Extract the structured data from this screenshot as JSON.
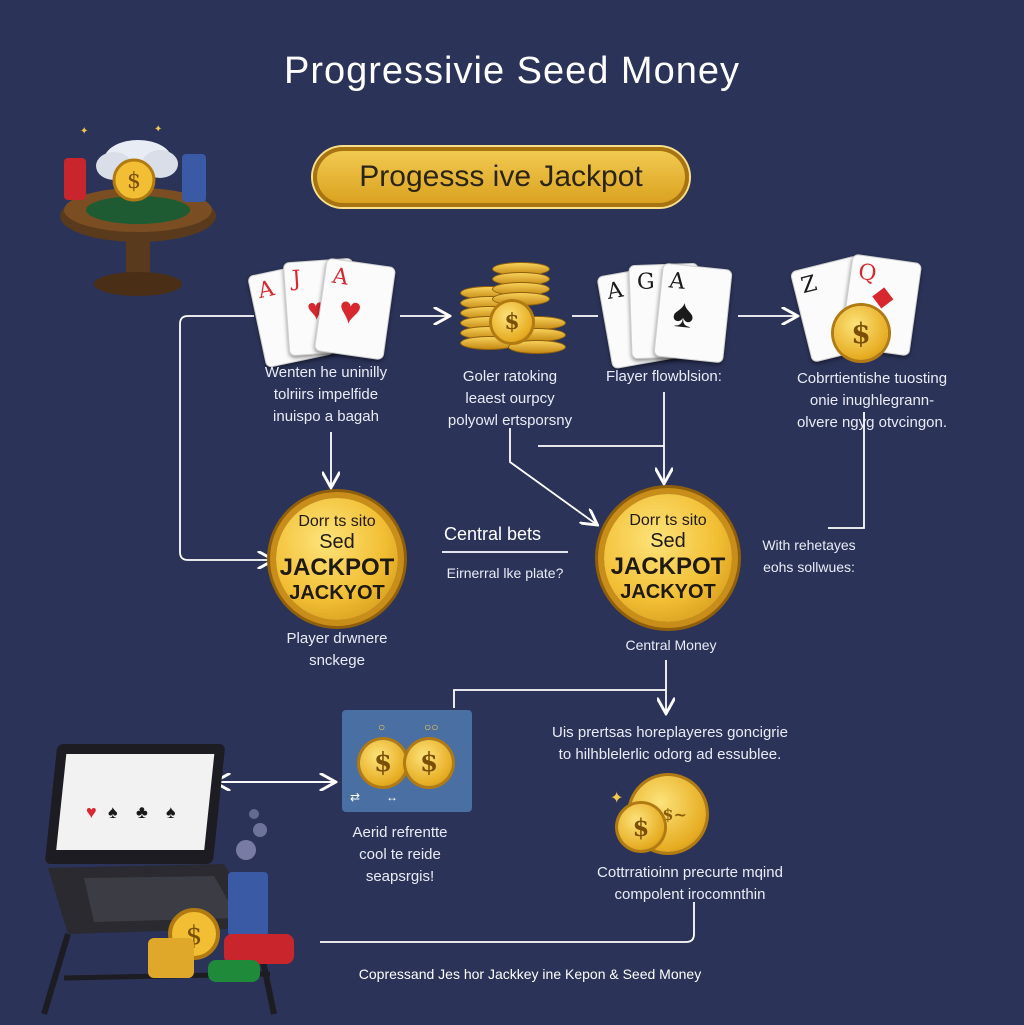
{
  "title": "Progressivie Seed Money",
  "banner": "Progesss ive Jackpot",
  "captions": {
    "cards1": [
      "Wenten he uninilly",
      "tolriirs impelfide",
      "inuispo a bagah"
    ],
    "coins": [
      "Goler ratoking",
      "leaest ourpcy",
      "polyowl ertsporsny"
    ],
    "cards2": [
      "Flayer flowblsion:"
    ],
    "cards3": [
      "Cobrrtientishe tuosting",
      "onie inughlegrann-",
      "olvere ngyg otvcingon."
    ],
    "central_bets": "Central bets",
    "central_bets_sub": "Eirnerral lke plate?",
    "with_rel": [
      "With rehetayes",
      "eohs sollwues:"
    ],
    "player_drawer": [
      "Player drwnere",
      "snckege"
    ],
    "central_money": "Central Money",
    "use_pres": [
      "Uis prertsas horeplayeres goncigrie",
      "to hilhblelerlic odorg ad essublee."
    ],
    "aerid": [
      "Aerid refrentte",
      "cool te reide",
      "seapsrgis!"
    ],
    "cottr": [
      "Cottrratioinn precurte mqind",
      "compolent irocomnthin"
    ],
    "footer": "Copressand Jes hor Jackkey ine Kepon & Seed Money"
  },
  "coin_left": [
    "Dorr ts sito",
    "Sed",
    "JACKPOT",
    "JACKYOT"
  ],
  "coin_right": [
    "Dorr ts sito",
    "Sed",
    "JACKPOT",
    "JACKYOT"
  ],
  "cards": {
    "set1": [
      "A",
      "J",
      "A"
    ],
    "set2": [
      "A",
      "G",
      "A"
    ],
    "set3": [
      "Z",
      "Q"
    ]
  },
  "symbols": {
    "dollar": "$",
    "heart": "♥",
    "spade": "♠",
    "club": "♣"
  },
  "colors": {
    "background": "#2b3358",
    "gold": "#f2bf34",
    "gold_dark": "#c98d1a",
    "red": "#d8282f"
  }
}
